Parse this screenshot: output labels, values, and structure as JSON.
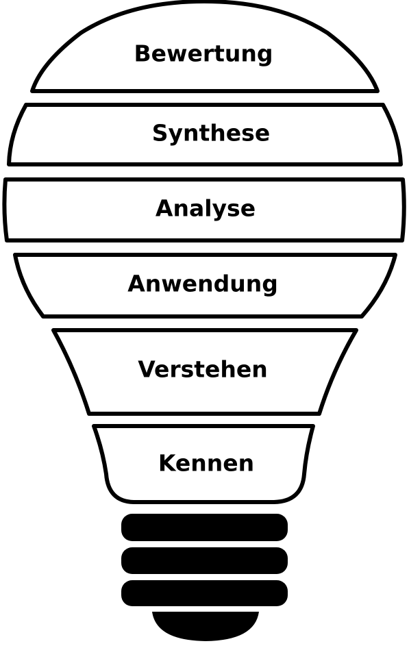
{
  "diagram": {
    "levels": [
      {
        "id": "bewertung",
        "label": "Bewertung"
      },
      {
        "id": "synthese",
        "label": "Synthese"
      },
      {
        "id": "analyse",
        "label": "Analyse"
      },
      {
        "id": "anwendung",
        "label": "Anwendung"
      },
      {
        "id": "verstehen",
        "label": "Verstehen"
      },
      {
        "id": "kennen",
        "label": "Kennen"
      }
    ]
  },
  "colors": {
    "stroke": "#000000",
    "fill": "#ffffff",
    "thread": "#000000"
  }
}
